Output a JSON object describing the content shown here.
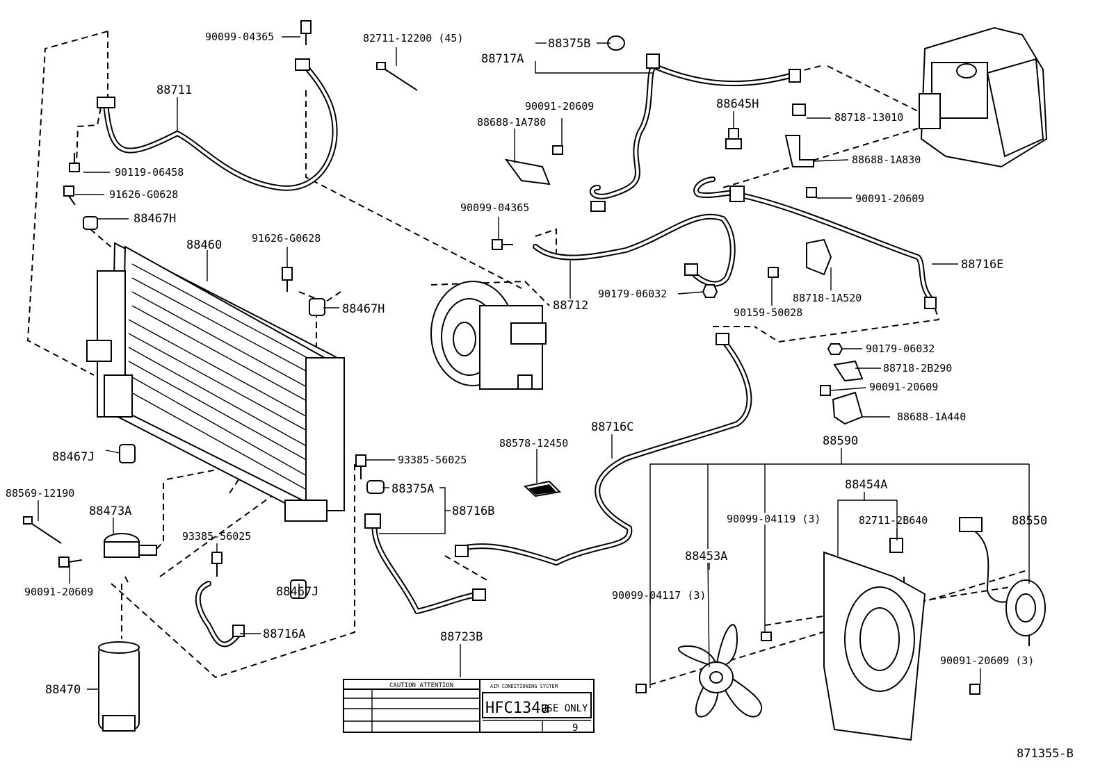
{
  "labels": {
    "p_90099_04365_top": "90099-04365",
    "p_82711_12200": "82711-12200 (45)",
    "p_88717A": "88717A",
    "p_88375B": "88375B",
    "p_88711": "88711",
    "p_90091_20609_a": "90091-20609",
    "p_88688_1A780": "88688-1A780",
    "p_88645H": "88645H",
    "p_88718_13010": "88718-13010",
    "p_88688_1A830": "88688-1A830",
    "p_90119_06458": "90119-06458",
    "p_91626_G0628_a": "91626-G0628",
    "p_88467H_a": "88467H",
    "p_90091_20609_b": "90091-20609",
    "p_90099_04365_mid": "90099-04365",
    "p_88460": "88460",
    "p_91626_G0628_b": "91626-G0628",
    "p_88716E": "88716E",
    "p_90179_06032_a": "90179-06032",
    "p_88718_1A520": "88718-1A520",
    "p_88712": "88712",
    "p_88467H_b": "88467H",
    "p_90159_50028": "90159-50028",
    "p_90179_06032_b": "90179-06032",
    "p_88718_2B290": "88718-2B290",
    "p_90091_20609_c": "90091-20609",
    "p_88688_1A440": "88688-1A440",
    "p_88716C": "88716C",
    "p_88578_12450": "88578-12450",
    "p_88590": "88590",
    "p_88467J_a": "88467J",
    "p_93385_56025_a": "93385-56025",
    "p_88454A": "88454A",
    "p_88375A": "88375A",
    "p_88569_12190": "88569-12190",
    "p_88716B": "88716B",
    "p_88473A": "88473A",
    "p_90099_04119": "90099-04119 (3)",
    "p_82711_2B640": "82711-2B640",
    "p_88550": "88550",
    "p_93385_56025_b": "93385-56025",
    "p_88453A": "88453A",
    "p_90091_20609_d": "90091-20609",
    "p_88467J_b": "88467J",
    "p_90099_04117": "90099-04117 (3)",
    "p_88716A": "88716A",
    "p_88723B": "88723B",
    "p_90091_20609_e": "90091-20609 (3)",
    "p_88470": "88470",
    "figure_id": "871355-B"
  },
  "caution_label": {
    "caution_text": "CAUTION ATTENTION",
    "system_text": "AIR CONDITIONING SYSTEM",
    "refrigerant_text": "HFC134a",
    "use_only_text": "USE ONLY",
    "number": "9"
  }
}
